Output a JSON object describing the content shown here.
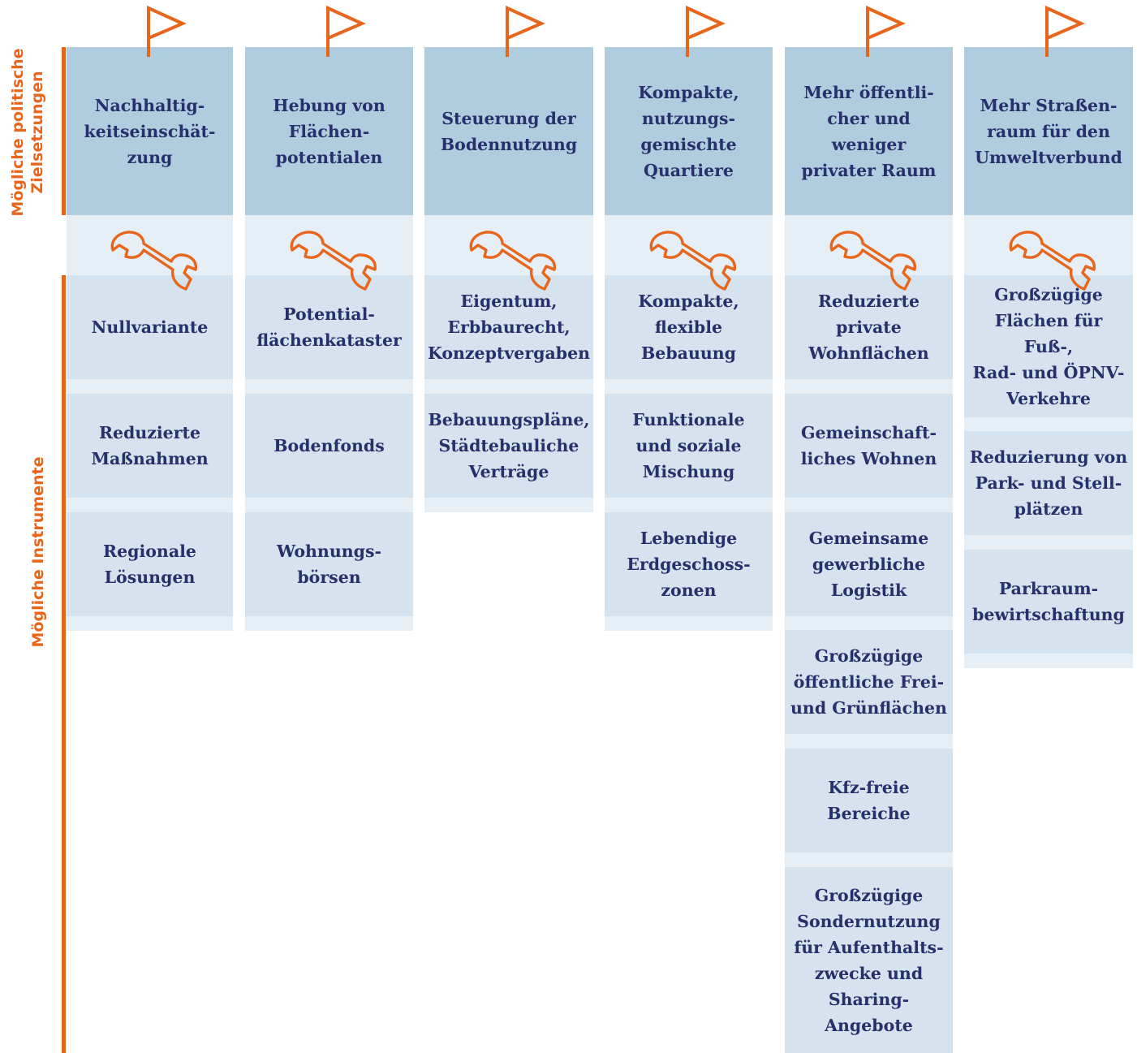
{
  "side_labels": {
    "goals_line1": "Mögliche politische",
    "goals_line2": "Zielsetzungen",
    "instruments": "Mögliche Instrumente"
  },
  "icons": {
    "goal": "flag-icon",
    "instrument": "wrench-icon"
  },
  "colors": {
    "accent": "#e8651c",
    "goal_box": "#b0cddf",
    "instrument_box": "#d4e3ed",
    "band": "#e6eef6",
    "text": "#27306b"
  },
  "columns": [
    {
      "goal": "Nachhaltig-\nkeitseinschät-\nzung",
      "instruments": [
        "Nullvariante",
        "Reduzierte\nMaßnahmen",
        "Regionale\nLösungen"
      ]
    },
    {
      "goal": "Hebung von\nFlächen-\npotentialen",
      "instruments": [
        "Potential-\nflächenkataster",
        "Bodenfonds",
        "Wohnungs-\nbörsen"
      ]
    },
    {
      "goal": "Steuerung der\nBodennutzung",
      "instruments": [
        "Eigentum,\nErbbaurecht,\nKonzeptvergaben",
        "Bebauungspläne,\nStädtebauliche\nVerträge"
      ]
    },
    {
      "goal": "Kompakte,\nnutzungs-\ngemischte\nQuartiere",
      "instruments": [
        "Kompakte,\nflexible\nBebauung",
        "Funktionale\nund soziale\nMischung",
        "Lebendige\nErdgeschoss-\nzonen"
      ]
    },
    {
      "goal": "Mehr öffentli-\ncher und weniger\nprivater Raum",
      "instruments": [
        "Reduzierte private\nWohnflächen",
        "Gemeinschaft-\nliches Wohnen",
        "Gemeinsame\ngewerbliche\nLogistik",
        "Großzügige\nöffentliche Frei-\nund Grünflächen",
        "Kfz-freie\nBereiche",
        "Großzügige\nSondernutzung\nfür Aufenthalts-\nzwecke und\nSharing-\nAngebote"
      ]
    },
    {
      "goal": "Mehr Straßen-\nraum für den\nUmweltverbund",
      "instruments": [
        "Großzügige\nFlächen für Fuß-,\nRad- und ÖPNV-\nVerkehre",
        "Reduzierung von\nPark- und Stell-\nplätzen",
        "Parkraum-\nbewirtschaftung"
      ]
    }
  ]
}
